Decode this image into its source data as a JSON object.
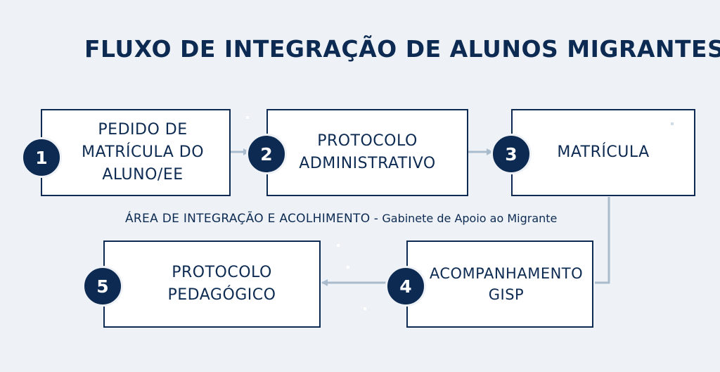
{
  "title": "FLUXO DE INTEGRAÇÃO DE ALUNOS MIGRANTES",
  "steps": [
    {
      "number": "1",
      "label": "PEDIDO DE\nMATRÍCULA DO\nALUNO/EE"
    },
    {
      "number": "2",
      "label": "PROTOCOLO\nADMINISTRATIVO"
    },
    {
      "number": "3",
      "label": "MATRÍCULA"
    },
    {
      "number": "4",
      "label": "ACOMPANHAMENTO\nGISP"
    },
    {
      "number": "5",
      "label": "PROTOCOLO\nPEDAGÓGICO"
    }
  ],
  "area": {
    "label": "ÁREA DE INTEGRAÇÃO E ACOLHIMENTO",
    "separator": " - ",
    "sublabel": "Gabinete de Apoio ao Migrante"
  },
  "colors": {
    "primary": "#0d2b52",
    "connector": "#a9bccd",
    "background": "#eef2f7",
    "box": "#ffffff"
  }
}
